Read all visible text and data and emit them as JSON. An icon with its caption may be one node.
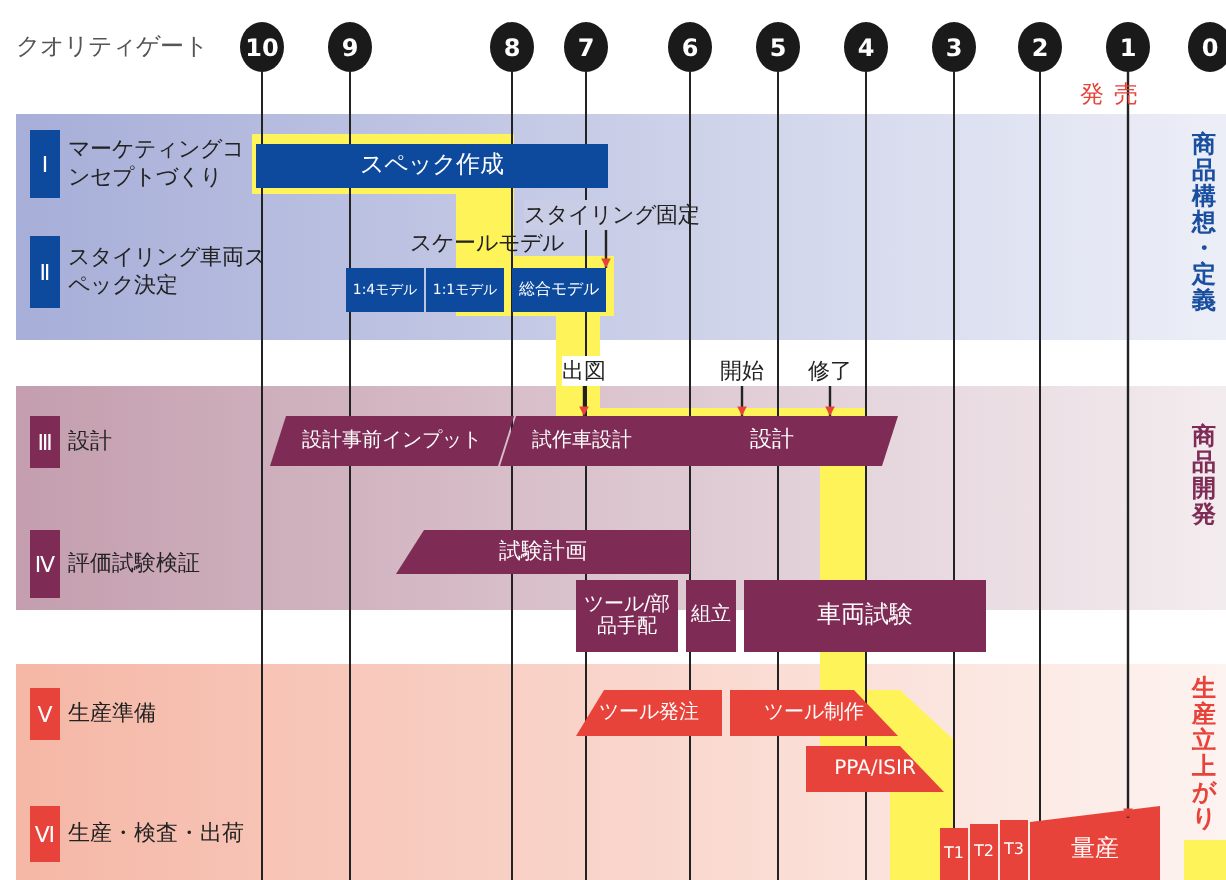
{
  "diagram": {
    "nodes": [
      {
        "text": [
          "商品構想・定義"
        ]
      },
      {
        "text": [
          "Ⅰ",
          "マーケティングコンセプトづくり"
        ],
        "in": 0
      },
      {
        "text": [
          "Ⅱ",
          "スタイリング車両スペック決定"
        ],
        "in": 0
      },
      {
        "text": [
          "スペック作成"
        ],
        "in": 0
      },
      {
        "text": [
          "1:4モデル"
        ],
        "in": 0
      },
      {
        "text": [
          "1:1モデル"
        ],
        "in": 0
      },
      {
        "text": [
          "総合モデル"
        ],
        "in": 0
      },
      {
        "text": [
          "商品開発"
        ]
      },
      {
        "text": [
          "Ⅲ",
          "設計"
        ],
        "in": 7
      },
      {
        "text": [
          "Ⅳ",
          "評価試験検証"
        ],
        "in": 7
      },
      {
        "text": [
          "設計事前インプット"
        ],
        "in": 7
      },
      {
        "text": [
          "試作車設計"
        ],
        "in": 7
      },
      {
        "text": [
          "設計"
        ],
        "in": 7
      },
      {
        "text": [
          "試験計画"
        ],
        "in": 7
      },
      {
        "text": [
          "ツール/部品手配"
        ]
      },
      {
        "text": [
          "組立"
        ]
      },
      {
        "text": [
          "車両試験"
        ]
      },
      {
        "text": [
          "生産立上がり"
        ]
      },
      {
        "text": [
          "Ⅴ",
          "生産準備"
        ],
        "in": 17
      },
      {
        "text": [
          "Ⅵ",
          "生産・検査・出荷"
        ],
        "in": 17
      },
      {
        "text": [
          "ツール発注"
        ],
        "in": 17
      },
      {
        "text": [
          "ツール制作"
        ],
        "in": 17
      },
      {
        "text": [
          "PPA/ISIR"
        ],
        "in": 17
      },
      {
        "text": [
          "T1"
        ],
        "in": 17
      },
      {
        "text": [
          "T2"
        ],
        "in": 17
      },
      {
        "text": [
          "T3"
        ],
        "in": 17
      },
      {
        "text": [
          "量産"
        ],
        "in": 17
      },
      {
        "text": [
          "10"
        ]
      },
      {
        "text": [
          "9"
        ]
      },
      {
        "text": [
          "8"
        ]
      },
      {
        "text": [
          "7"
        ]
      },
      {
        "text": [
          "6"
        ]
      },
      {
        "text": [
          "5"
        ]
      },
      {
        "text": [
          "4"
        ]
      },
      {
        "text": [
          "3"
        ]
      },
      {
        "text": [
          "2"
        ]
      },
      {
        "text": [
          "1"
        ],
        "beside": [
          "発売"
        ]
      },
      {
        "text": [
          "0"
        ]
      },
      {
        "text": [
          "スタイリング固定"
        ],
        "in": 0
      },
      {
        "text": [
          "出図"
        ]
      },
      {
        "text": [
          "開始"
        ]
      },
      {
        "text": [
          "修了"
        ]
      }
    ],
    "edges": [
      {
        "from": 36,
        "to": 26,
        "arrow": "to"
      },
      {
        "from": 38,
        "to": 6,
        "arrow": "to"
      },
      {
        "from": 39,
        "to": 11,
        "arrow": "to"
      },
      {
        "from": 40,
        "to": 12,
        "arrow": "to"
      },
      {
        "from": 41,
        "to": 12,
        "arrow": "to"
      }
    ],
    "labels": [
      "クオリティゲート",
      "スケールモデル"
    ]
  }
}
